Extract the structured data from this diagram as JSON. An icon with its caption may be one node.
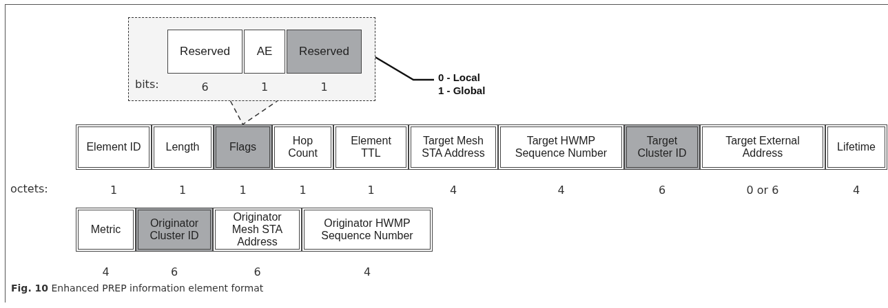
{
  "diagram": {
    "caption": "**Fig. 10** Enhanced PREP information element format",
    "nodes": [
      {
        "text": [
          "bits:"
        ]
      },
      {
        "text": [
          "Reserved"
        ],
        "in": 0,
        "beside": [
          "6"
        ]
      },
      {
        "text": [
          "AE"
        ],
        "in": 0,
        "beside": [
          "1"
        ]
      },
      {
        "text": [
          "Reserved"
        ],
        "in": 0,
        "beside": [
          "1"
        ]
      },
      {
        "text": [
          "0 - Local",
          "1 - Global"
        ]
      },
      {
        "text": [
          "Element ID"
        ],
        "beside": [
          "1"
        ]
      },
      {
        "text": [
          "Length"
        ],
        "beside": [
          "1"
        ]
      },
      {
        "text": [
          "Flags"
        ],
        "beside": [
          "1"
        ]
      },
      {
        "text": [
          "Hop Count"
        ],
        "beside": [
          "1"
        ]
      },
      {
        "text": [
          "Element TTL"
        ],
        "beside": [
          "1"
        ]
      },
      {
        "text": [
          "Target Mesh STA Address"
        ],
        "beside": [
          "4"
        ]
      },
      {
        "text": [
          "Target HWMP Sequence Number"
        ],
        "beside": [
          "4"
        ]
      },
      {
        "text": [
          "Target Cluster ID"
        ],
        "beside": [
          "6"
        ]
      },
      {
        "text": [
          "Target External Address"
        ],
        "beside": [
          "0 or 6"
        ]
      },
      {
        "text": [
          "Lifetime"
        ],
        "beside": [
          "4"
        ]
      },
      {
        "text": [
          "Metric"
        ],
        "beside": [
          "4"
        ]
      },
      {
        "text": [
          "Originator Cluster ID"
        ],
        "beside": [
          "6"
        ]
      },
      {
        "text": [
          "Originator Mesh STA Address"
        ],
        "beside": [
          "6"
        ]
      },
      {
        "text": [
          "Originator HWMP Sequence Number"
        ],
        "beside": [
          "4"
        ]
      }
    ],
    "edges": [
      {
        "from": 3,
        "to": 4,
        "arrow": "none"
      },
      {
        "from": 0,
        "to": 7,
        "arrow": "none",
        "style": "dashed"
      }
    ],
    "labels": [
      "octets:"
    ]
  }
}
